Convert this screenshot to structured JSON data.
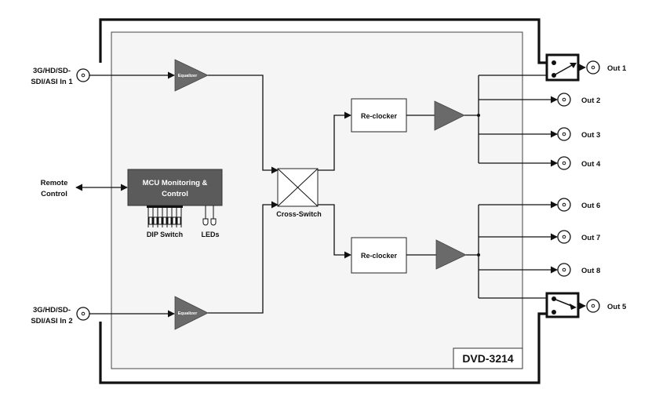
{
  "inputs": [
    {
      "line1": "3G/HD/SD-",
      "line2": "SDI/ASI In 1"
    },
    {
      "line1": "3G/HD/SD-",
      "line2": "SDI/ASI In 2"
    }
  ],
  "remote": {
    "line1": "Remote",
    "line2": "Control"
  },
  "equalizer_label": "Equalizer",
  "mcu": {
    "line1": "MCU Monitoring &",
    "line2": "Control"
  },
  "dip_switch_label": "DIP Switch",
  "leds_label": "LEDs",
  "cross_switch_label": "Cross-Switch",
  "reclocker_label": "Re-clocker",
  "outputs": [
    "Out 1",
    "Out 2",
    "Out 3",
    "Out 4",
    "Out 6",
    "Out 7",
    "Out 8",
    "Out 5"
  ],
  "model": "DVD-3214",
  "colors": {
    "block_fill": "#f5f5f5",
    "dark_fill": "#5b5b5b",
    "triangle_fill": "#6a6a6a",
    "line": "#111111"
  }
}
